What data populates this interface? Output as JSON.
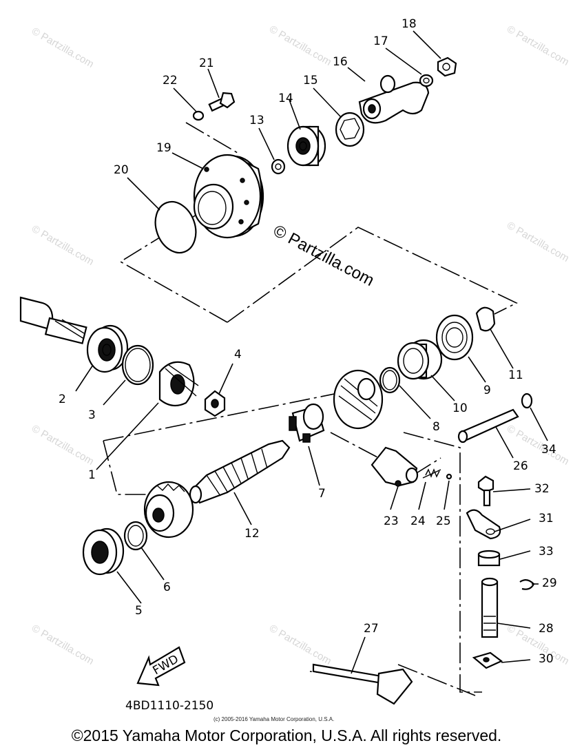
{
  "diagram_code": "4BD1110-2150",
  "fwd_label": "FWD",
  "watermark": "© Partzilla.com",
  "small_copyright": "(c) 2005-2016 Yamaha Motor Corporation, U.S.A.",
  "copyright": "©2015 Yamaha Motor Corporation, U.S.A. All rights reserved.",
  "callouts": [
    "1",
    "2",
    "3",
    "4",
    "5",
    "6",
    "7",
    "8",
    "9",
    "10",
    "11",
    "12",
    "13",
    "14",
    "15",
    "16",
    "17",
    "18",
    "19",
    "20",
    "21",
    "22",
    "23",
    "24",
    "25",
    "26",
    "27",
    "28",
    "29",
    "30",
    "31",
    "32",
    "33",
    "34"
  ]
}
